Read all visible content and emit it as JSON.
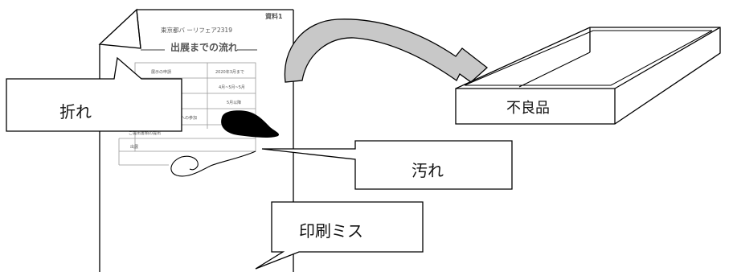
{
  "document": {
    "badge": "資料1",
    "subtitle": "東京都バ ーリフェア2319",
    "title": "出展までの流れ",
    "table_rows": [
      {
        "col1": "展示の申請",
        "col2": "2020年3月まで"
      },
      {
        "col1": "",
        "col2": "4月~5月~5月"
      },
      {
        "col1": "",
        "col2": "5月以降"
      },
      {
        "col1": "説明会への参加",
        "col2": ""
      },
      {
        "col1": "ご提出書類の提出",
        "col2": ""
      },
      {
        "col1": "出展",
        "col2": ""
      }
    ]
  },
  "callouts": {
    "fold": "折れ",
    "stain": "汚れ",
    "misprint": "印刷ミス",
    "defective": "不良品"
  },
  "colors": {
    "arrow_fill": "#c8c8c8",
    "stain": "#000000",
    "line": "#000000"
  }
}
